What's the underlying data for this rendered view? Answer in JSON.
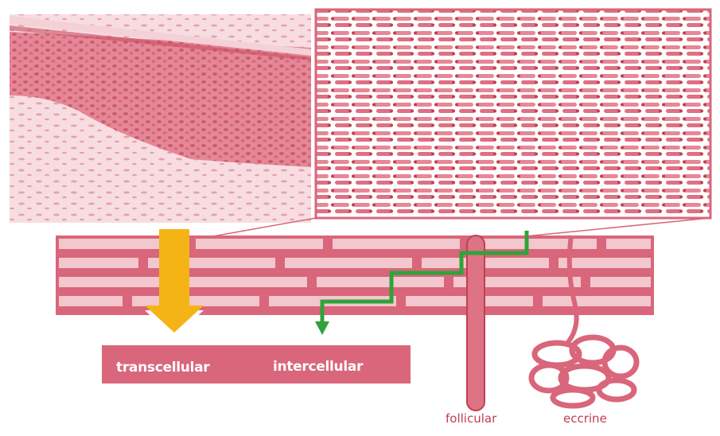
{
  "colors": {
    "tissue": "#d9667a",
    "tissue_light": "#f2c7ce",
    "tissue_dark": "#c0404f",
    "transcellular_arrow": "#f5b416",
    "intercellular_arrow": "#2fa33a"
  },
  "labels": {
    "transcellular": "transcellular",
    "intercellular": "intercellular",
    "follicular": "follicular",
    "eccrine": "eccrine"
  }
}
